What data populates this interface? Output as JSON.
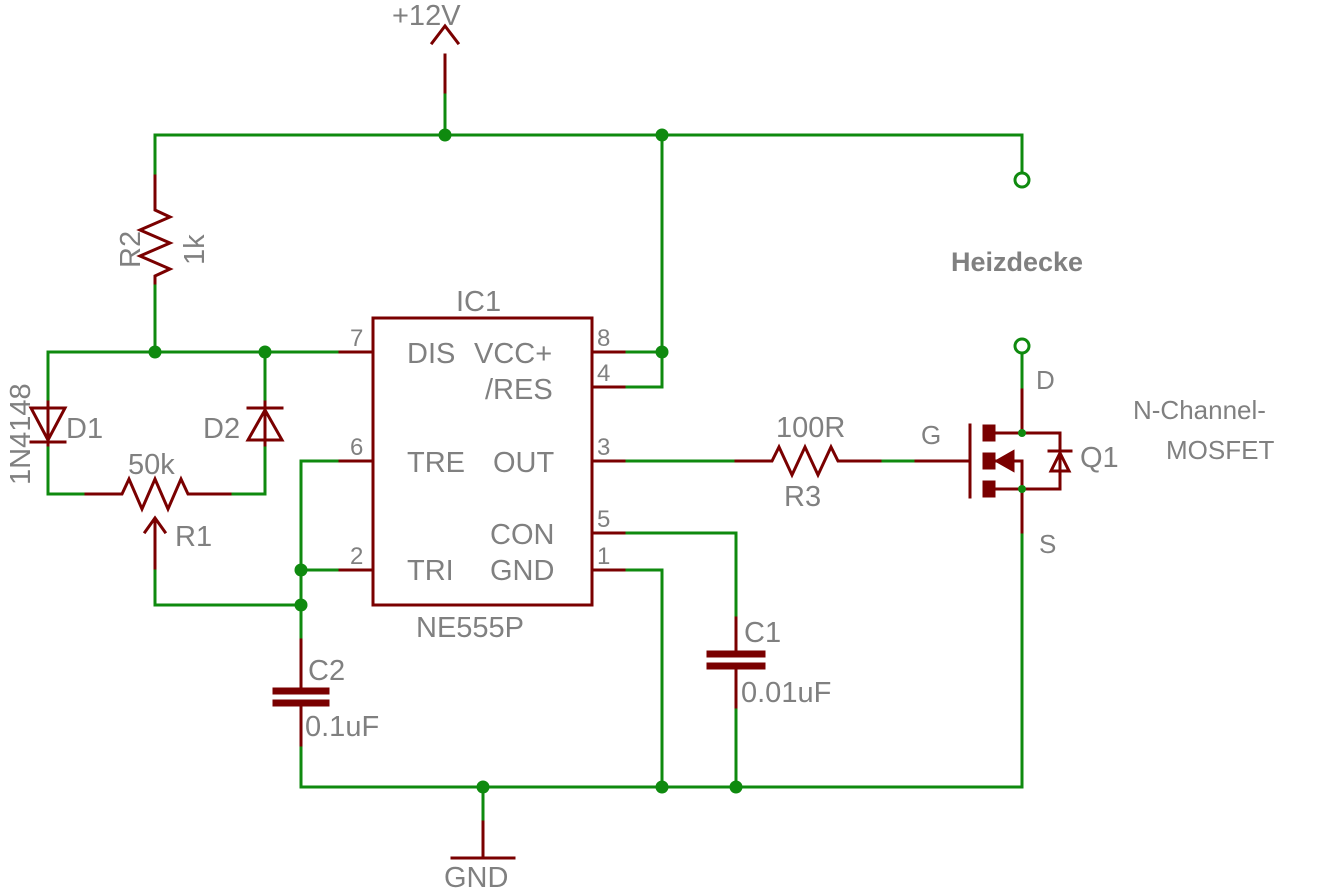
{
  "supply": {
    "label": "+12V"
  },
  "ground": {
    "label": "GND"
  },
  "load": {
    "label": "Heizdecke"
  },
  "ic": {
    "ref": "IC1",
    "value": "NE555P",
    "pins": {
      "dis": "DIS",
      "vcc": "VCC+",
      "res": "/RES",
      "tre": "TRE",
      "out": "OUT",
      "tri": "TRI",
      "con": "CON",
      "gnd": "GND",
      "n7": "7",
      "n6": "6",
      "n2": "2",
      "n8": "8",
      "n4": "4",
      "n3": "3",
      "n5": "5",
      "n1": "1"
    }
  },
  "r2": {
    "ref": "R2",
    "value": "1k"
  },
  "r1": {
    "ref": "R1",
    "value": "50k"
  },
  "r3": {
    "ref": "R3",
    "value": "100R"
  },
  "d1": {
    "ref": "D1",
    "value": "1N4148"
  },
  "d2": {
    "ref": "D2"
  },
  "c1": {
    "ref": "C1",
    "value": "0.01uF"
  },
  "c2": {
    "ref": "C2",
    "value": "0.1uF"
  },
  "q1": {
    "ref": "Q1",
    "type_line1": "N-Channel-",
    "type_line2": "MOSFET",
    "gate": "G",
    "drain": "D",
    "source": "S"
  },
  "colors": {
    "wire": "#0f8a0f",
    "part": "#7a0000",
    "text": "#808080"
  }
}
